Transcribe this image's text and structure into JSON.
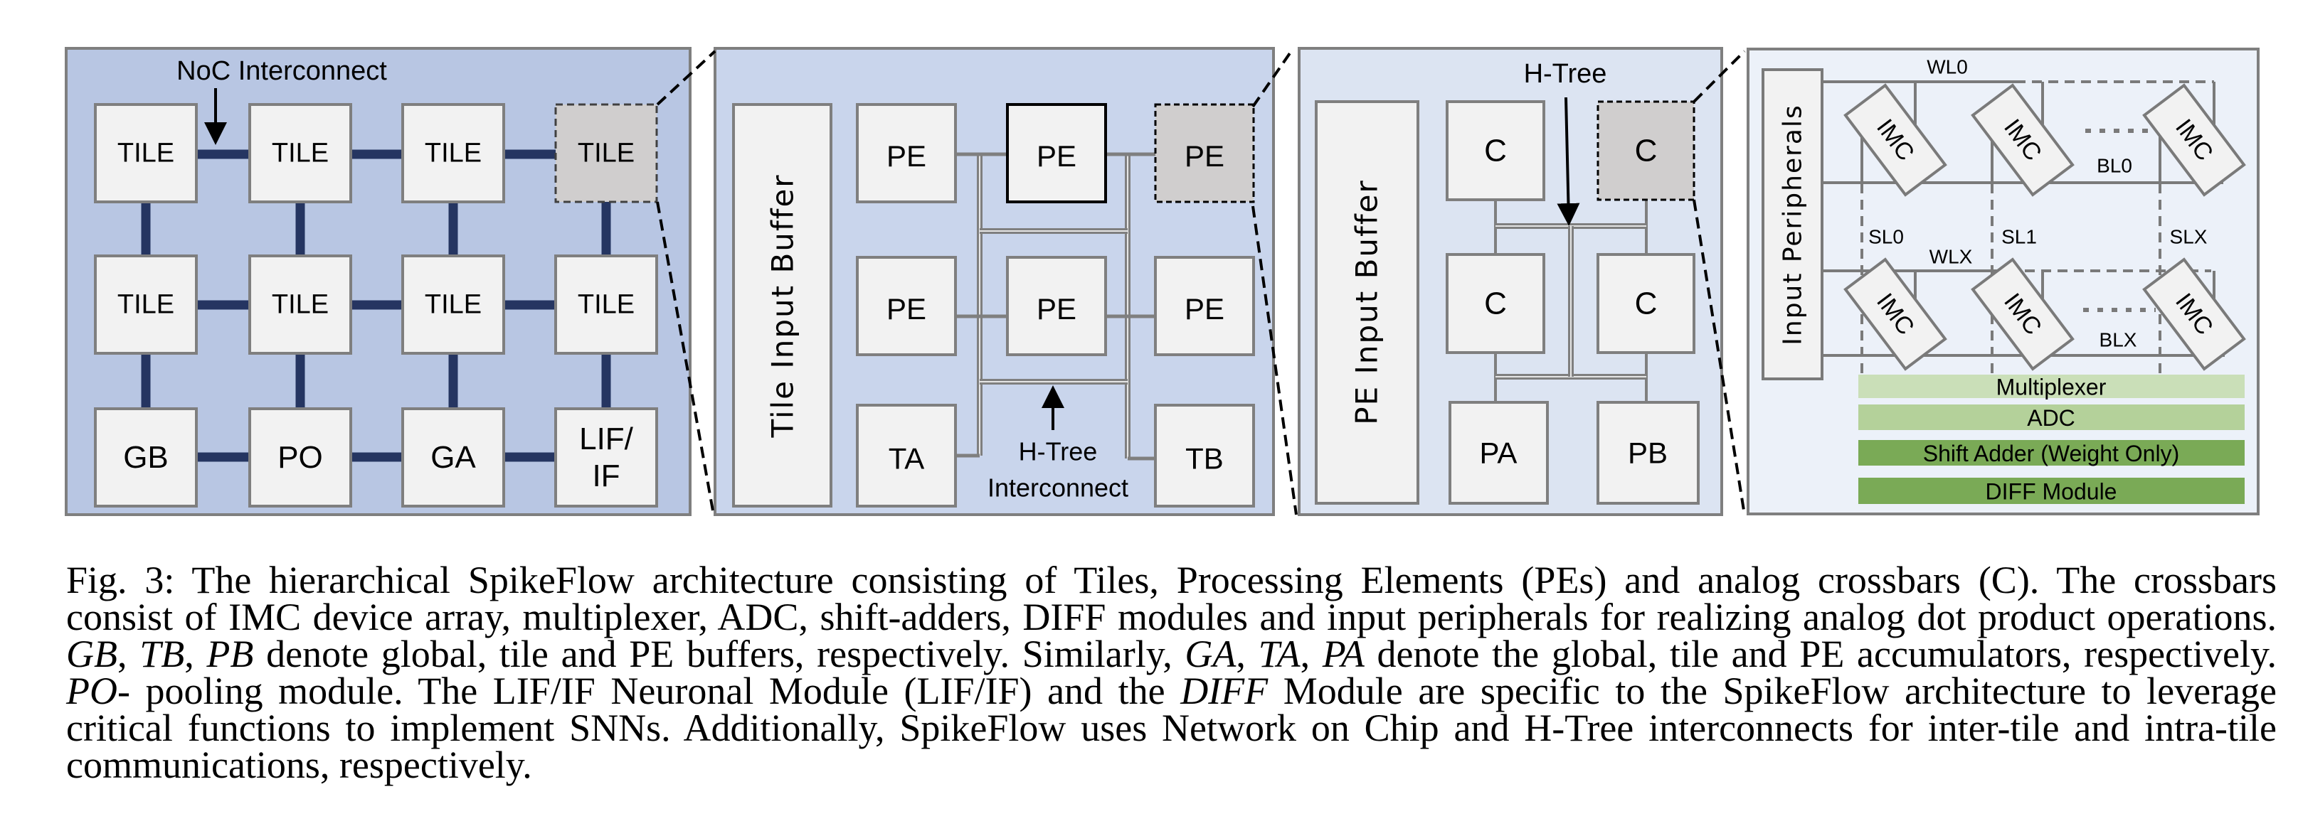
{
  "noc": {
    "title": "NoC Interconnect",
    "grid": [
      [
        [
          "TILE"
        ],
        [
          "TILE"
        ],
        [
          "TILE"
        ],
        [
          "TILE"
        ]
      ],
      [
        [
          "TILE"
        ],
        [
          "TILE"
        ],
        [
          "TILE"
        ],
        [
          "TILE"
        ]
      ],
      [
        [
          "GB"
        ],
        [
          "PO"
        ],
        [
          "GA"
        ],
        [
          "LIF/",
          "IF"
        ]
      ]
    ]
  },
  "tile": {
    "buffer": "Tile Input Buffer",
    "grid": [
      [
        "PE",
        "PE",
        "PE"
      ],
      [
        "PE",
        "PE",
        "PE"
      ],
      [
        "TA",
        "",
        "TB"
      ]
    ],
    "htree_line1": "H-Tree",
    "htree_line2": "Interconnect"
  },
  "pe": {
    "title": "H-Tree",
    "buffer": "PE Input Buffer",
    "crossbars": [
      "C",
      "C",
      "C",
      "C"
    ],
    "pa": "PA",
    "pb": "PB"
  },
  "crossbar": {
    "input": "Input Peripherals",
    "imc": [
      "IMC",
      "IMC",
      "IMC",
      "IMC",
      "IMC",
      "IMC"
    ],
    "wl0": "WL0",
    "wlx": "WLX",
    "bl0": "BL0",
    "blx": "BLX",
    "sl0": "SL0",
    "sl1": "SL1",
    "slx": "SLX",
    "bars": [
      {
        "label": "Multiplexer",
        "color": "#cadfb8"
      },
      {
        "label": "ADC",
        "color": "#b4d19a"
      },
      {
        "label": "Shift Adder (Weight Only)",
        "color": "#7aaa56"
      },
      {
        "label": "DIFF Module",
        "color": "#7aaa56"
      }
    ]
  },
  "colors": {
    "panel1": "#b8c6e3",
    "panel2": "#c9d5ec",
    "panel3": "#dce4f2",
    "panel4": "#ecf1f9",
    "noc_link": "#253561",
    "box": "#f2f2f2",
    "highlight": "#d0cece",
    "border": "#7f7f7f"
  },
  "caption": {
    "lines": [
      [
        {
          "t": "Fig. 3: The hierarchical SpikeFlow architecture consisting of Tiles, Processing Elements (PEs) and analog crossbars (C). The crossbars",
          "i": false
        }
      ],
      [
        {
          "t": "consist of IMC device array, multiplexer, ADC, shift-adders, DIFF modules and input peripherals for realizing analog dot product operations.",
          "i": false
        }
      ],
      [
        {
          "t": "GB",
          "i": true
        },
        {
          "t": ", ",
          "i": false
        },
        {
          "t": "TB",
          "i": true
        },
        {
          "t": ", ",
          "i": false
        },
        {
          "t": "PB",
          "i": true
        },
        {
          "t": " denote global, tile and PE buffers, respectively. Similarly, ",
          "i": false
        },
        {
          "t": "GA",
          "i": true
        },
        {
          "t": ", ",
          "i": false
        },
        {
          "t": "TA",
          "i": true
        },
        {
          "t": ", ",
          "i": false
        },
        {
          "t": "PA",
          "i": true
        },
        {
          "t": " denote the global, tile and PE accumulators, respectively.",
          "i": false
        }
      ],
      [
        {
          "t": "PO",
          "i": true
        },
        {
          "t": "- pooling module. The LIF/IF Neuronal Module (LIF/IF) and the ",
          "i": false
        },
        {
          "t": "DIFF",
          "i": true
        },
        {
          "t": " Module are specific to the SpikeFlow architecture to leverage",
          "i": false
        }
      ],
      [
        {
          "t": "critical functions to implement SNNs. Additionally, SpikeFlow uses Network on Chip and H-Tree interconnects for inter-tile and intra-tile",
          "i": false
        }
      ],
      [
        {
          "t": "communications, respectively.",
          "i": false
        }
      ]
    ]
  }
}
